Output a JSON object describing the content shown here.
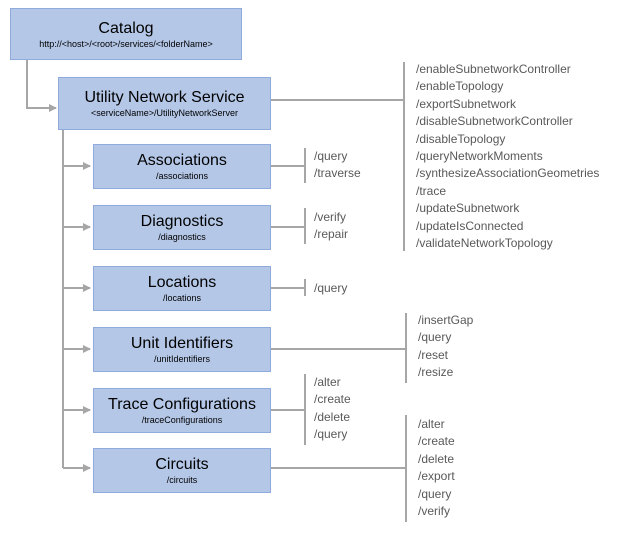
{
  "catalog": {
    "title": "Catalog",
    "path": "http://<host>/<root>/services/<folderName>"
  },
  "utility": {
    "title": "Utility Network Service",
    "path": "<serviceName>/UtilityNetworkServer",
    "operations": [
      "/enableSubnetworkController",
      "/enableTopology",
      "/exportSubnetwork",
      "/disableSubnetworkController",
      "/disableTopology",
      "/queryNetworkMoments",
      "/synthesizeAssociationGeometries",
      "/trace",
      "/updateSubnetwork",
      "/updateIsConnected",
      "/validateNetworkTopology"
    ]
  },
  "associations": {
    "title": "Associations",
    "path": "/associations",
    "operations": [
      "/query",
      "/traverse"
    ]
  },
  "diagnostics": {
    "title": "Diagnostics",
    "path": "/diagnostics",
    "operations": [
      "/verify",
      "/repair"
    ]
  },
  "locations": {
    "title": "Locations",
    "path": "/locations",
    "operations": [
      "/query"
    ]
  },
  "unit_identifiers": {
    "title": "Unit Identifiers",
    "path": "/unitIdentifiers",
    "operations": [
      "/insertGap",
      "/query",
      "/reset",
      "/resize"
    ]
  },
  "trace_configurations": {
    "title": "Trace Configurations",
    "path": "/traceConfigurations",
    "operations": [
      "/alter",
      "/create",
      "/delete",
      "/query"
    ]
  },
  "circuits": {
    "title": "Circuits",
    "path": "/circuits",
    "operations": [
      "/alter",
      "/create",
      "/delete",
      "/export",
      "/query",
      "/verify"
    ]
  },
  "colors": {
    "box_fill": "#b4c7e7",
    "box_border": "#8faadc",
    "connector": "#a6a6a6",
    "operation_text": "#595959"
  }
}
